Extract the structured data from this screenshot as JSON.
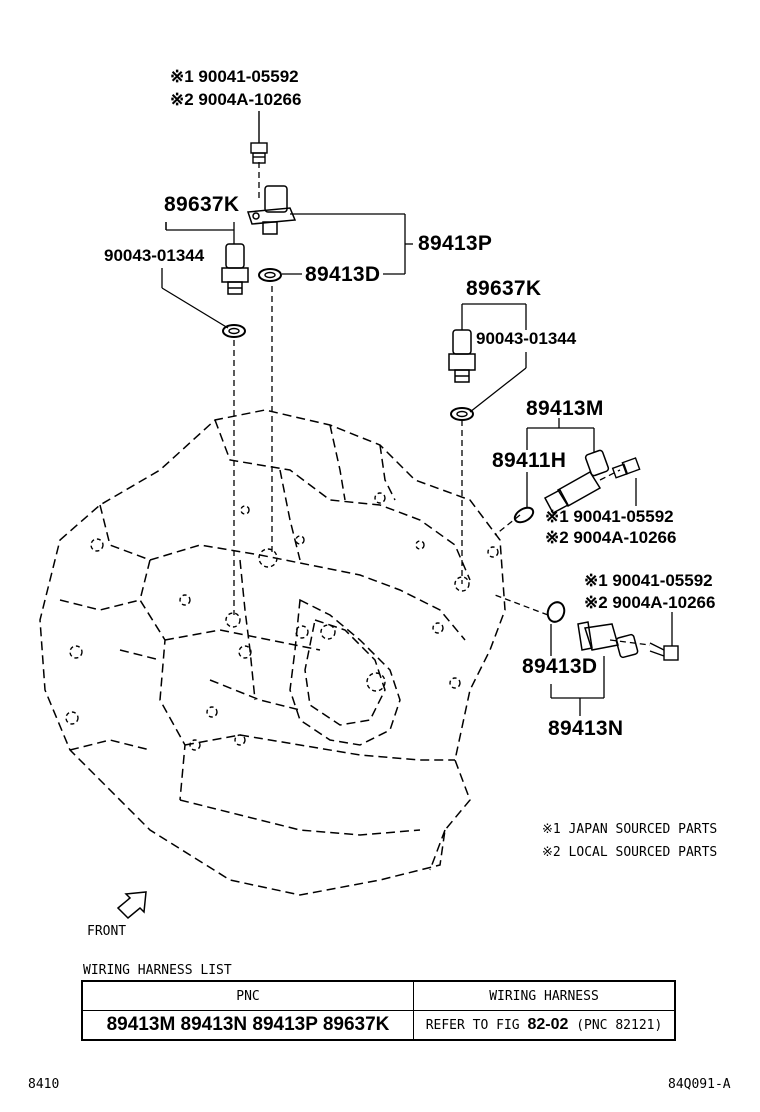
{
  "callouts": {
    "top_bolt_line1": "※1 90041-05592",
    "top_bolt_line2": "※2 9004A-10266",
    "sensor_left_part": "89637K",
    "oring_left_part": "90043-01344",
    "sensor_top_assy": "89413P",
    "oring_top_part": "89413D",
    "sensor_mid_part": "89637K",
    "oring_mid_part": "90043-01344",
    "sensor_speed_assy": "89413M",
    "sensor_speed_oring": "89411H",
    "speed_bolt_line1": "※1 90041-05592",
    "speed_bolt_line2": "※2 9004A-10266",
    "lower_bolt_line1": "※1 90041-05592",
    "lower_bolt_line2": "※2 9004A-10266",
    "lower_oring_part": "89413D",
    "lower_sensor_assy": "89413N"
  },
  "notes": {
    "note1": "※1 JAPAN SOURCED PARTS",
    "note2": "※2 LOCAL SOURCED PARTS"
  },
  "front_label": "FRONT",
  "harness": {
    "title": "WIRING HARNESS LIST",
    "col_pnc": "PNC",
    "col_harness": "WIRING HARNESS",
    "pnc_list": "89413M 89413N 89413P 89637K",
    "refer_prefix": "REFER TO FIG",
    "refer_fig": "82-02",
    "refer_pnc": "(PNC 82121)"
  },
  "footer": {
    "left_code": "8410",
    "right_code": "84Q091-A"
  }
}
